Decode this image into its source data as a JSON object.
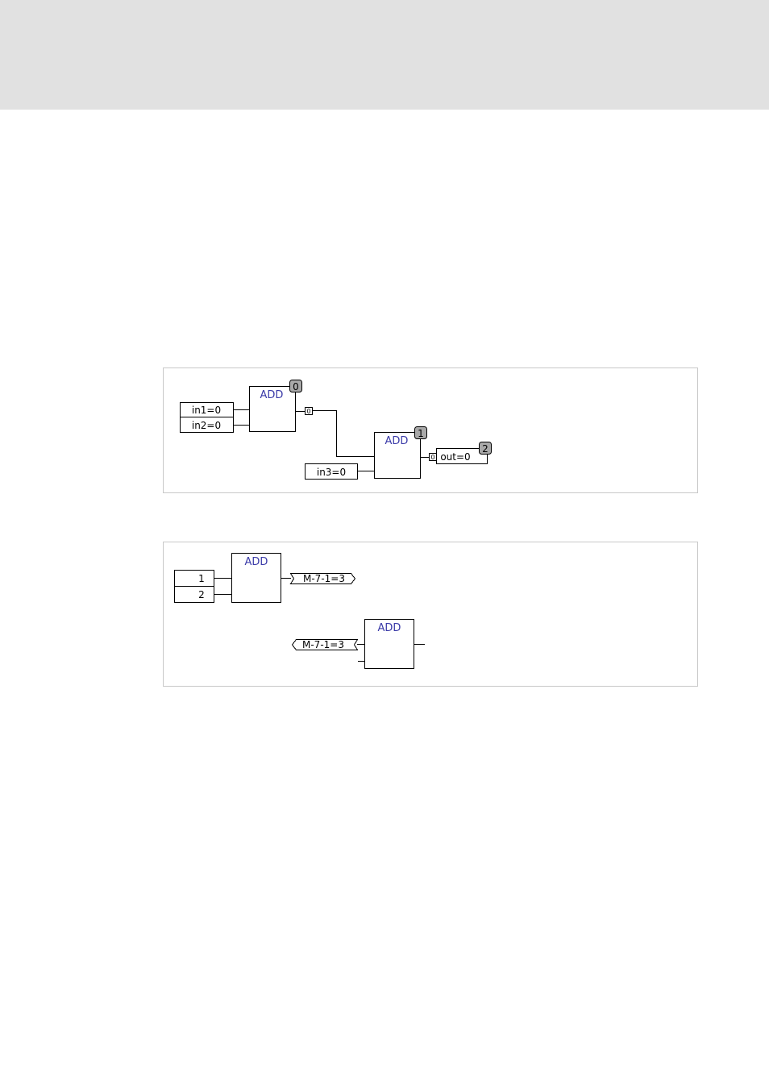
{
  "diagram_1": {
    "block_a": {
      "title": "ADD",
      "order": "0",
      "output_pin": "0"
    },
    "block_b": {
      "title": "ADD",
      "order": "1",
      "output_pin": "0"
    },
    "in1": "in1=0",
    "in2": "in2=0",
    "in3": "in3=0",
    "out": {
      "label": "out=0",
      "order": "2"
    }
  },
  "diagram_2": {
    "block_a": {
      "title": "ADD"
    },
    "block_b": {
      "title": "ADD"
    },
    "const_1": "1",
    "const_2": "2",
    "connector_out": "M-7-1=3",
    "connector_in": "M-7-1=3"
  },
  "colors": {
    "header_band": "#e1e1e1",
    "panel_border": "#c8c8c8",
    "block_title": "#3a3aa8",
    "badge": "#a9a9a9"
  }
}
